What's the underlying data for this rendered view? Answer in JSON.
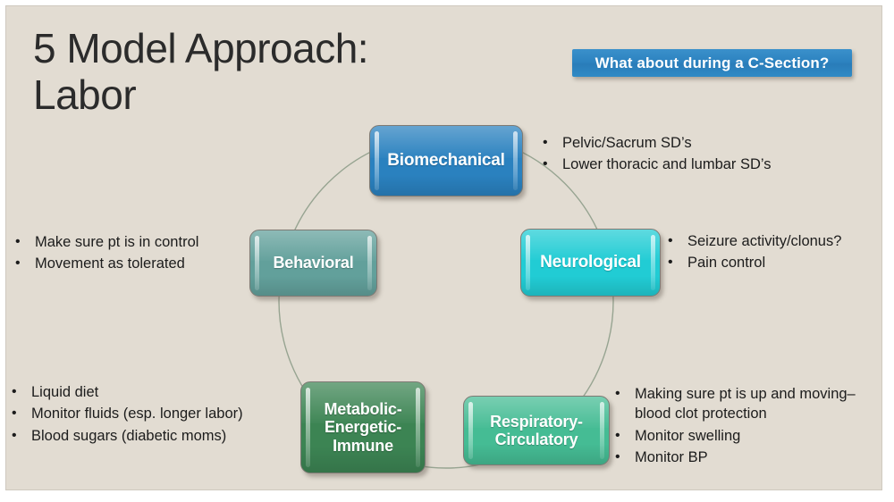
{
  "slide": {
    "title": "5 Model Approach:\nLabor",
    "background_color": "#e2dcd2",
    "title_color": "#2b2b2b"
  },
  "callout": {
    "text": "What about during a C-Section?",
    "color": "#2d83c0",
    "text_color": "#ffffff"
  },
  "diagram": {
    "type": "cycle",
    "arc_color": "#8a9a86",
    "nodes": [
      {
        "id": "biomechanical",
        "label": "Biomechanical",
        "color": "#2a81bf",
        "bullets": [
          "Pelvic/Sacrum SD’s",
          "Lower thoracic and lumbar SD’s"
        ]
      },
      {
        "id": "neurological",
        "label": "Neurological",
        "color": "#21ccd4",
        "bullets": [
          "Seizure activity/clonus?",
          "Pain control"
        ]
      },
      {
        "id": "respiratory",
        "label": "Respiratory-\nCirculatory",
        "color": "#45bc94",
        "bullets": [
          "Making sure pt is up and moving– blood clot protection",
          "Monitor swelling",
          "Monitor BP"
        ]
      },
      {
        "id": "metabolic",
        "label": "Metabolic-\nEnergetic-\nImmune",
        "color": "#3c8453",
        "bullets": [
          "Liquid diet",
          "Monitor fluids (esp. longer labor)",
          "Blood sugars (diabetic moms)"
        ]
      },
      {
        "id": "behavioral",
        "label": "Behavioral",
        "color": "#62a09b",
        "bullets": [
          "Make sure pt is in control",
          "Movement as tolerated"
        ]
      }
    ]
  },
  "bullet_marker": "•"
}
